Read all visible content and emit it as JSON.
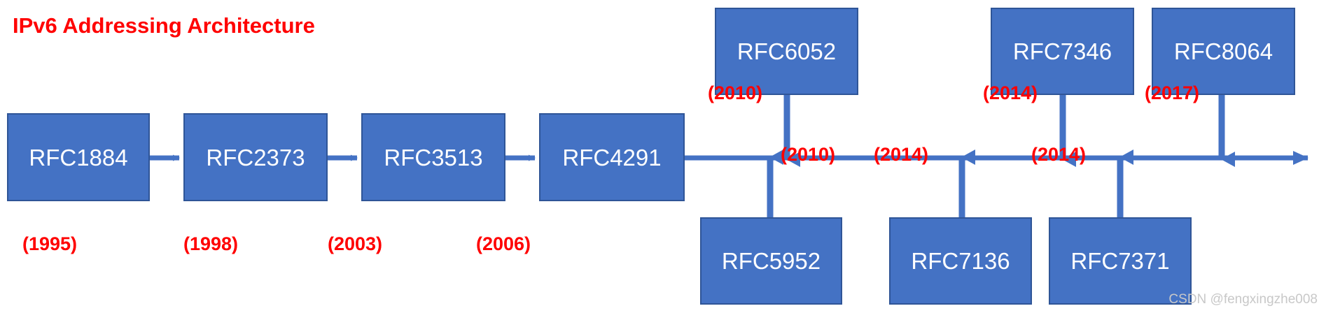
{
  "diagram": {
    "title": "IPv6 Addressing Architecture",
    "title_color": "#ff0000",
    "box_fill": "#4472c4",
    "box_border": "#2f5597",
    "box_text_color": "#ffffff",
    "connector_color": "#4472c4",
    "year_color": "#ff0000",
    "background": "#ffffff"
  },
  "timeline": {
    "main_boxes": [
      {
        "label": "RFC1884",
        "year": "(1995)"
      },
      {
        "label": "RFC2373",
        "year": "(1998)"
      },
      {
        "label": "RFC3513",
        "year": "(2003)"
      },
      {
        "label": "RFC4291",
        "year": "(2006)"
      }
    ],
    "top_boxes": [
      {
        "label": "RFC6052",
        "year": "(2010)"
      },
      {
        "label": "RFC7346",
        "year": "(2014)"
      },
      {
        "label": "RFC8064",
        "year": "(2017)"
      }
    ],
    "bottom_boxes": [
      {
        "label": "RFC5952",
        "year": "(2010)"
      },
      {
        "label": "RFC7136",
        "year": "(2014)"
      },
      {
        "label": "RFC7371",
        "year": "(2014)"
      }
    ]
  },
  "watermark": {
    "text": "CSDN @fengxingzhe008"
  },
  "chart_data": {
    "type": "diagram",
    "title": "IPv6 Addressing Architecture",
    "description": "Horizontal timeline of IPv6 addressing architecture RFCs",
    "nodes": [
      {
        "label": "RFC1884",
        "year": 1995,
        "year_label": "(1995)",
        "row": "main"
      },
      {
        "label": "RFC2373",
        "year": 1998,
        "year_label": "(1998)",
        "row": "main"
      },
      {
        "label": "RFC3513",
        "year": 2003,
        "year_label": "(2003)",
        "row": "main"
      },
      {
        "label": "RFC4291",
        "year": 2006,
        "year_label": "(2006)",
        "row": "main"
      },
      {
        "label": "RFC6052",
        "year": 2010,
        "year_label": "(2010)",
        "row": "top"
      },
      {
        "label": "RFC5952",
        "year": 2010,
        "year_label": "(2010)",
        "row": "bottom"
      },
      {
        "label": "RFC7136",
        "year": 2014,
        "year_label": "(2014)",
        "row": "bottom"
      },
      {
        "label": "RFC7346",
        "year": 2014,
        "year_label": "(2014)",
        "row": "top"
      },
      {
        "label": "RFC7371",
        "year": 2014,
        "year_label": "(2014)",
        "row": "bottom"
      },
      {
        "label": "RFC8064",
        "year": 2017,
        "year_label": "(2017)",
        "row": "top"
      }
    ],
    "edges": [
      {
        "from": "RFC1884",
        "to": "RFC2373",
        "direction": "right"
      },
      {
        "from": "RFC2373",
        "to": "RFC3513",
        "direction": "right"
      },
      {
        "from": "RFC3513",
        "to": "RFC4291",
        "direction": "right"
      },
      {
        "from": "RFC4291",
        "to": "timeline-axis",
        "direction": "right"
      },
      {
        "from": "RFC6052",
        "to": "timeline-axis",
        "direction": "down"
      },
      {
        "from": "RFC5952",
        "to": "timeline-axis",
        "direction": "up"
      },
      {
        "from": "RFC7136",
        "to": "timeline-axis",
        "direction": "up"
      },
      {
        "from": "RFC7346",
        "to": "timeline-axis",
        "direction": "down"
      },
      {
        "from": "RFC7371",
        "to": "timeline-axis",
        "direction": "up"
      },
      {
        "from": "RFC8064",
        "to": "timeline-axis",
        "direction": "down"
      }
    ]
  }
}
